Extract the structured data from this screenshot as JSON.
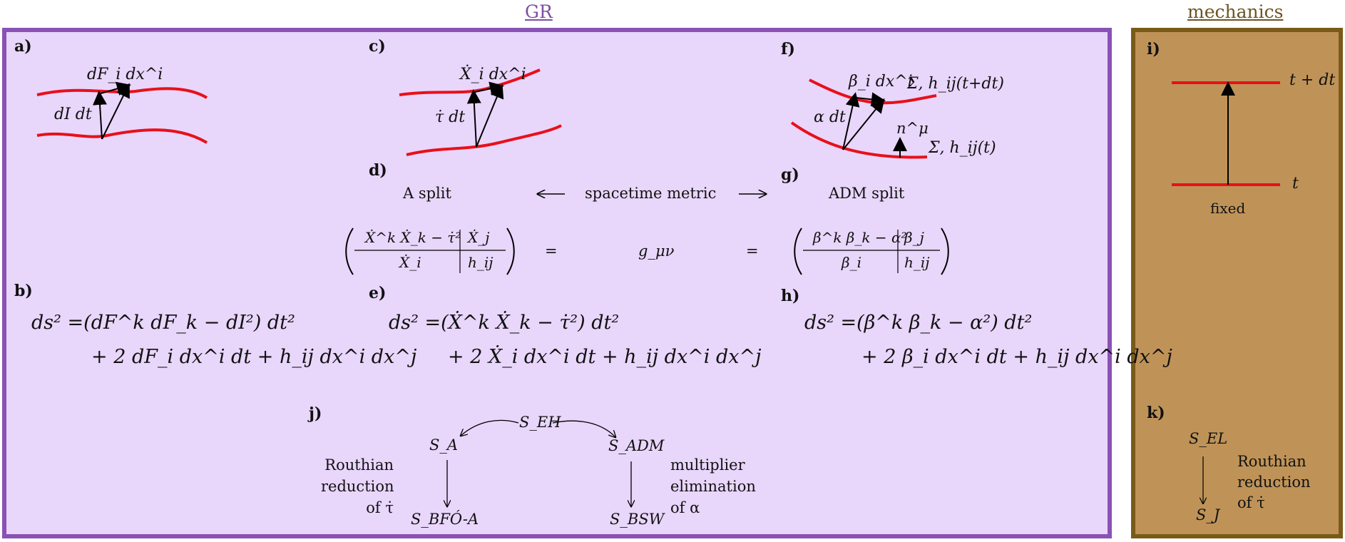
{
  "titles": {
    "gr": "GR",
    "mechanics": "mechanics"
  },
  "labels": {
    "a": "a)",
    "b": "b)",
    "c": "c)",
    "d": "d)",
    "e": "e)",
    "f": "f)",
    "g": "g)",
    "h": "h)",
    "i": "i)",
    "j": "j)",
    "k": "k)"
  },
  "panel_a": {
    "top_label": "dF_i dx^i",
    "side_label": "dI dt"
  },
  "panel_c": {
    "top_label": "Ẋ_i dx^i",
    "side_label": "τ̇ dt"
  },
  "panel_f": {
    "top_label": "β_i dx^i",
    "side_label": "α dt",
    "normal_label": "n^μ",
    "surface_top": "Σ, h_ij(t+dt)",
    "surface_bottom": "Σ, h_ij(t)"
  },
  "metric_row": {
    "left": "A split",
    "center": "spacetime metric",
    "right": "ADM split",
    "g": "g_μν",
    "eq": "="
  },
  "matrix_a": {
    "tl": "Ẋ^k Ẋ_k − τ̇²",
    "tr": "Ẋ_j",
    "bl": "Ẋ_i",
    "br": "h_ij"
  },
  "matrix_adm": {
    "tl": "β^k β_k − α²",
    "tr": "β_j",
    "bl": "β_i",
    "br": "h_ij"
  },
  "eq_b": {
    "line1": "ds² =(dF^k dF_k − dI²) dt²",
    "line2": "+ 2 dF_i dx^i dt + h_ij dx^i dx^j"
  },
  "eq_e": {
    "line1": "ds² =(Ẋ^k Ẋ_k − τ̇²) dt²",
    "line2": "+ 2 Ẋ_i dx^i dt + h_ij dx^i dx^j"
  },
  "eq_h": {
    "line1": "ds² =(β^k β_k − α²) dt²",
    "line2": "+ 2 β_i dx^i dt + h_ij dx^i dx^j"
  },
  "panel_i": {
    "top": "t + dt",
    "bottom": "t",
    "fixed": "fixed"
  },
  "panel_j": {
    "S_EH": "S_EH",
    "S_A": "S_A",
    "S_ADM": "S_ADM",
    "S_BFOA": "S_BFÓ-A",
    "S_BSW": "S_BSW",
    "left_note": [
      "Routhian",
      "reduction",
      "of τ̇"
    ],
    "right_note": [
      "multiplier",
      "elimination",
      "of α"
    ]
  },
  "panel_k": {
    "S_EL": "S_EL",
    "S_J": "S_J",
    "note": [
      "Routhian",
      "reduction",
      "of τ̇"
    ]
  }
}
